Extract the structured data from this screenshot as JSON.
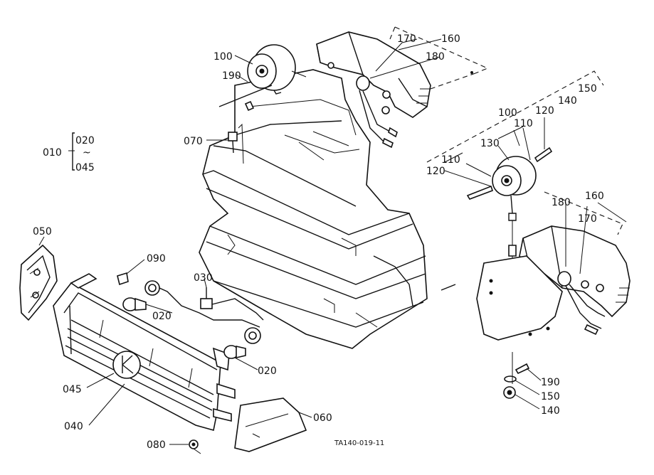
{
  "figure_code": "TA140-019-11",
  "legend": {
    "main": "010",
    "range_start": "020",
    "range_sep": "~",
    "range_end": "045"
  },
  "labels": {
    "l100_top": "100",
    "l190_top": "190",
    "l170_top": "170",
    "l160_top": "160",
    "l180_top": "180",
    "l070": "070",
    "l150_right": "150",
    "l140_right": "140",
    "l100_right": "100",
    "l110_a": "110",
    "l120_a": "120",
    "l130": "130",
    "l110_b": "110",
    "l120_b": "120",
    "l160_right": "160",
    "l180_right": "180",
    "l170_right": "170",
    "l050": "050",
    "l090": "090",
    "l030": "030",
    "l020_a": "020",
    "l020_b": "020",
    "l045": "045",
    "l040": "040",
    "l060": "060",
    "l080": "080",
    "l190_bottom": "190",
    "l150_bottom": "150",
    "l140_bottom": "140"
  }
}
